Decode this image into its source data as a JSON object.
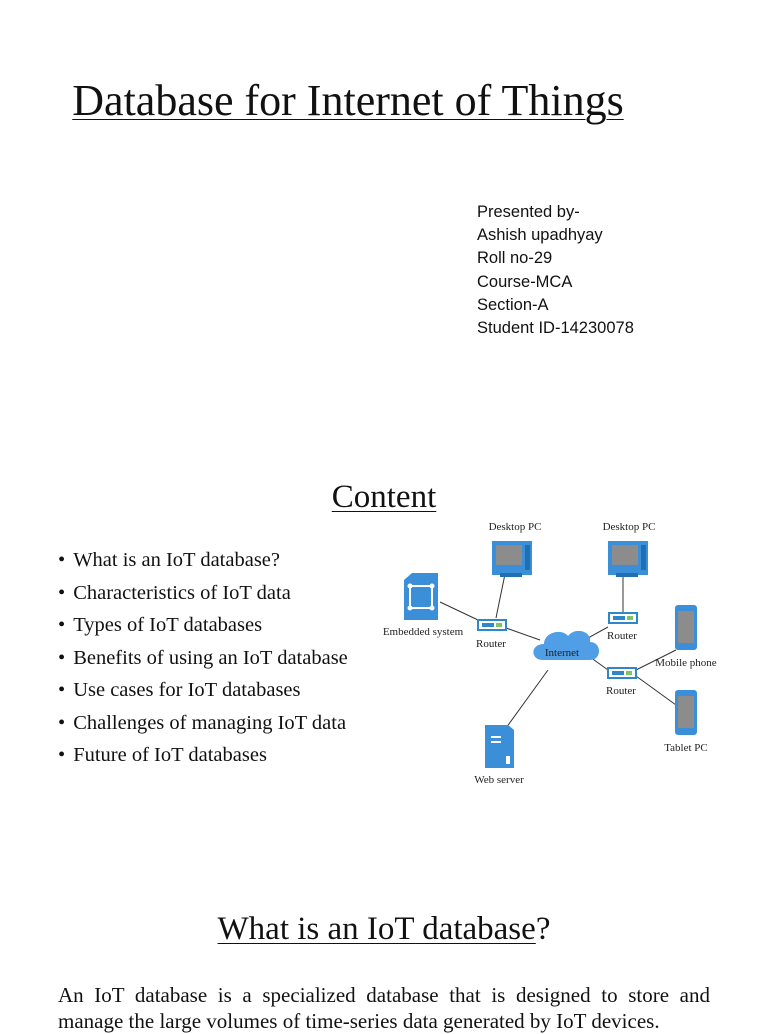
{
  "slide1": {
    "title": "Database for Internet of Things",
    "presenter_lines": [
      "Presented by-",
      "Ashish upadhyay",
      "Roll no-29",
      "Course-MCA",
      "Section-A",
      "Student ID-14230078"
    ]
  },
  "slide2": {
    "heading": "Content",
    "bullets": [
      "What is an IoT database?",
      "Characteristics of IoT data",
      "Types of IoT databases",
      "Benefits of using an IoT database",
      "Use cases for IoT databases",
      "Challenges of managing IoT data",
      "Future of IoT databases"
    ],
    "diagram": {
      "labels": {
        "desktop_left": "Desktop PC",
        "desktop_right": "Desktop PC",
        "embedded": "Embedded system",
        "router_left": "Router",
        "router_top_right": "Router",
        "router_bottom_right": "Router",
        "internet": "Internet",
        "mobile": "Mobile phone",
        "tablet": "Tablet PC",
        "web_server": "Web server"
      },
      "colors": {
        "device": "#3a8fd8",
        "device_dark": "#1f6fb5",
        "line": "#333333",
        "router": "#2f86c9"
      }
    }
  },
  "slide3": {
    "heading_underlined": "What is an IoT database",
    "heading_suffix": "?",
    "paragraph": "An IoT database is a specialized database that is designed to store and manage the large volumes of time-series data generated by IoT devices."
  }
}
